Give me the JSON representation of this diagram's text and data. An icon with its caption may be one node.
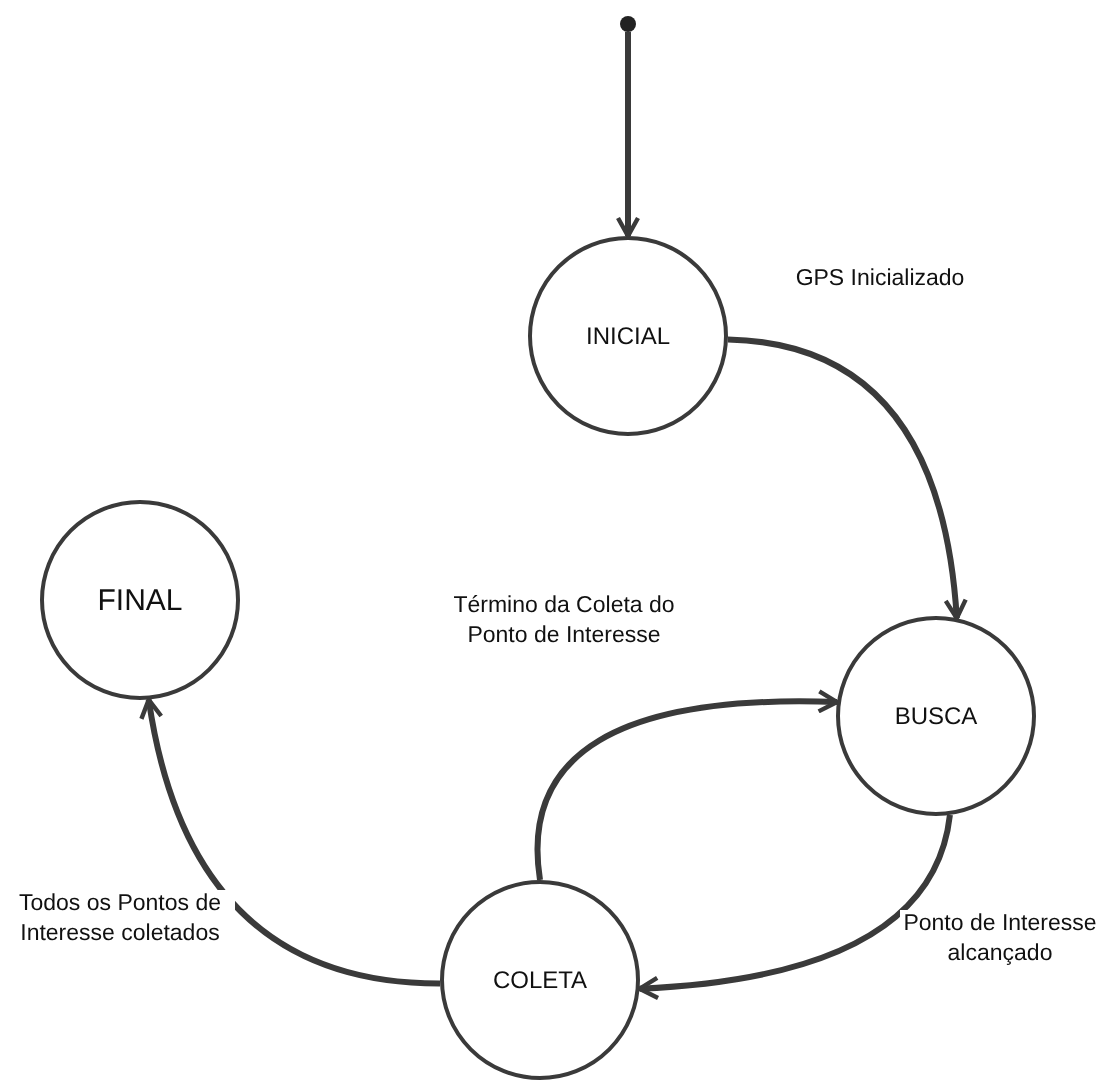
{
  "diagram": {
    "nodes": [
      {
        "text": [],
        "shape": "circle"
      },
      {
        "text": [
          "INICIAL"
        ]
      },
      {
        "text": [
          "BUSCA"
        ]
      },
      {
        "text": [
          "FINAL"
        ]
      },
      {
        "text": [
          "COLETA"
        ]
      }
    ],
    "edges": [
      {
        "from": 0,
        "to": 1,
        "arrow": "to"
      },
      {
        "from": 1,
        "to": 2,
        "arrow": "to",
        "label": "GPS Inicializado"
      },
      {
        "from": 2,
        "to": 4,
        "arrow": "to",
        "label": "Ponto de Interesse alcançado"
      },
      {
        "from": 4,
        "to": 2,
        "arrow": "to",
        "label": "Término da Coleta do Ponto de Interesse"
      },
      {
        "from": 4,
        "to": 3,
        "arrow": "to",
        "label": "Todos os Pontos de Interesse coletados"
      }
    ]
  }
}
